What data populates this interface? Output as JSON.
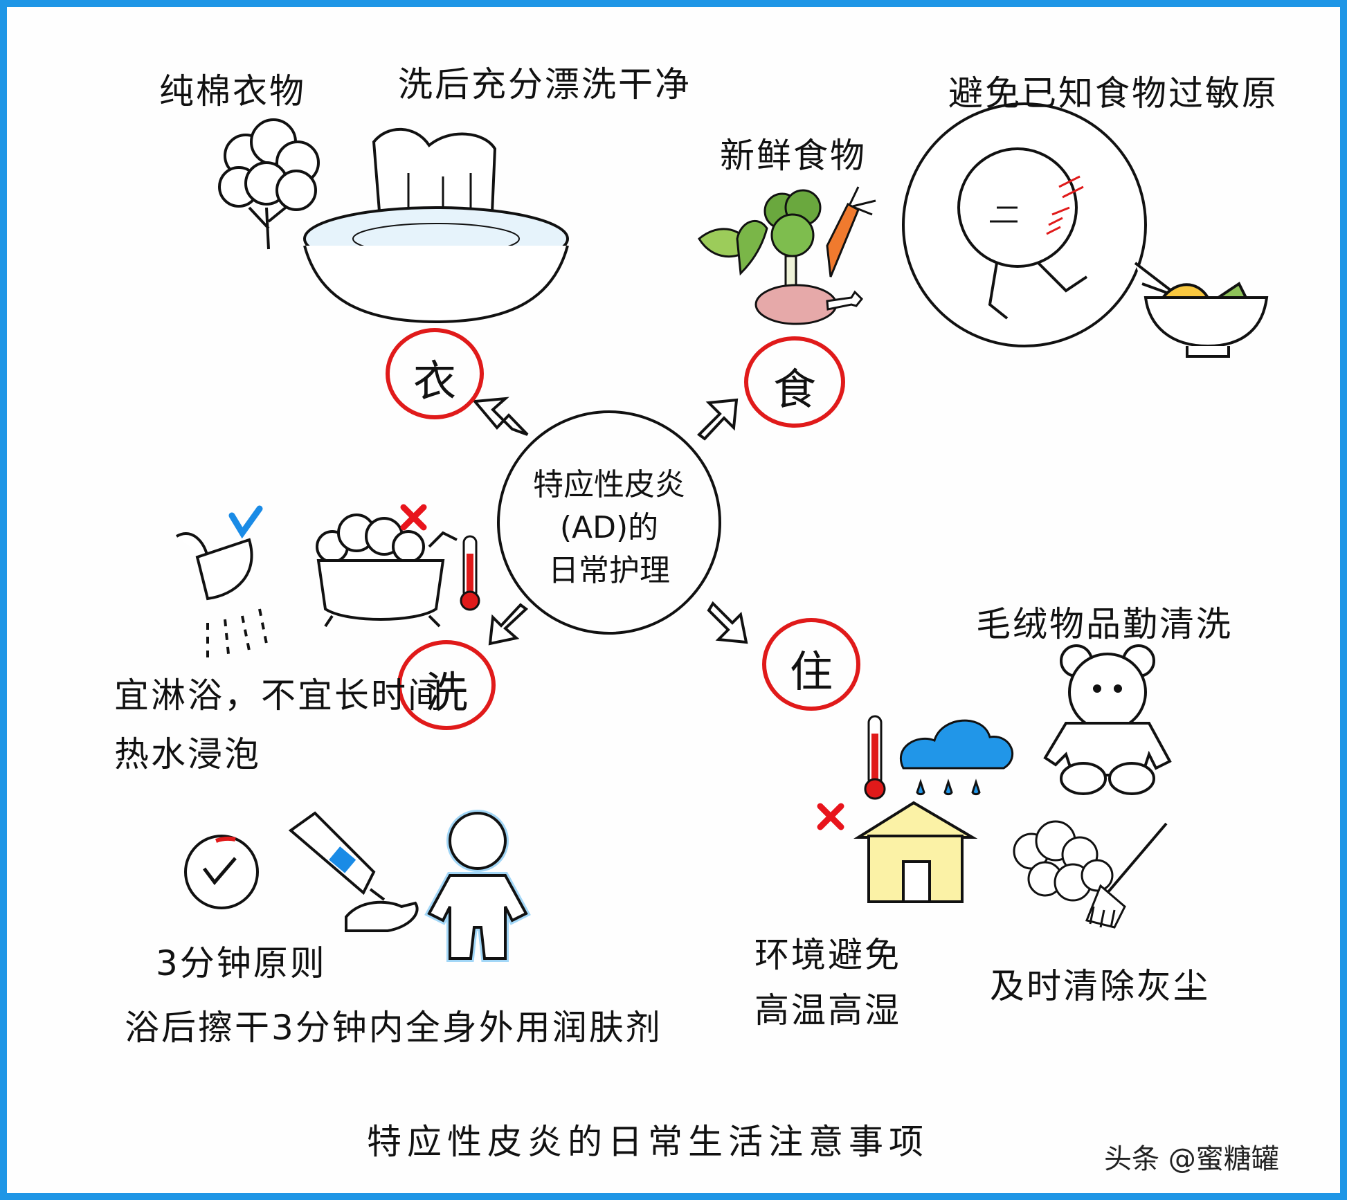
{
  "center": {
    "line1": "特应性皮炎",
    "line2": "(AD)的",
    "line3": "日常护理"
  },
  "categories": {
    "clothing": "衣",
    "food": "食",
    "washing": "洗",
    "living": "住"
  },
  "clothing": {
    "cotton": "纯棉衣物",
    "wash": "洗后充分漂洗干净"
  },
  "food": {
    "fresh": "新鲜食物",
    "avoid": "避免已知食物过敏原"
  },
  "washing": {
    "shower_line1": "宜淋浴，不宜长时间",
    "shower_line2": "热水浸泡",
    "rule": "3分钟原则",
    "moisturize": "浴后擦干3分钟内全身外用润肤剂"
  },
  "living": {
    "plush": "毛绒物品勤清洗",
    "env_line1": "环境避免",
    "env_line2": "高温高湿",
    "dust": "及时清除灰尘"
  },
  "footer": {
    "title": "特应性皮炎的日常生活注意事项",
    "watermark": "头条 @蜜糖罐"
  },
  "colors": {
    "border": "#1f96e6",
    "circle": "#e01a1a",
    "cross": "#e8141c",
    "check": "#1a8be6",
    "house": "#fbf2a6",
    "cloud": "#2196e8"
  }
}
